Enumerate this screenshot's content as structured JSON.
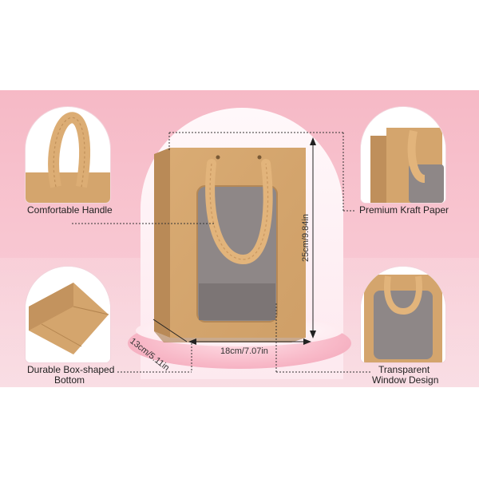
{
  "features": {
    "handle_label": "Comfortable Handle",
    "kraft_label": "Premium Kraft Paper",
    "bottom_label_line1": "Durable Box-shaped",
    "bottom_label_line2": "Bottom",
    "window_label_line1": "Transparent",
    "window_label_line2": "Window Design"
  },
  "dimensions": {
    "height": "25cm/9.84in",
    "width": "18cm/7.07in",
    "depth": "13cm/5.11in"
  },
  "colors": {
    "background_band": "#f6b9c6",
    "kraft": "#d4a56d",
    "handle": "#e0b27a",
    "window": "#8f8888"
  }
}
